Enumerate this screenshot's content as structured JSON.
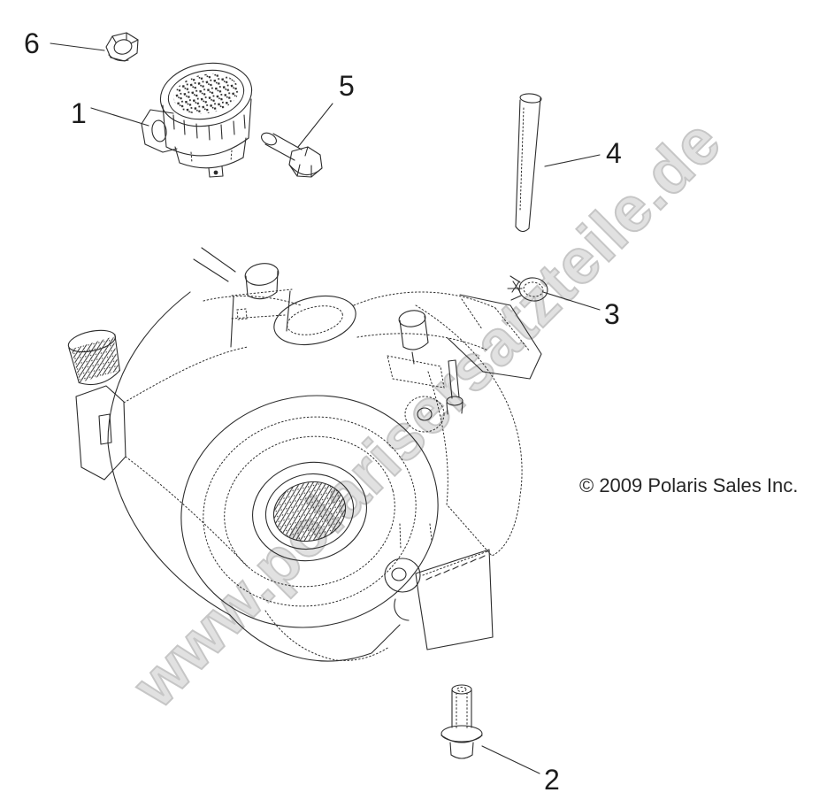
{
  "page": {
    "background": "#ffffff"
  },
  "watermark": {
    "text": "www.polarisersatzteile.de"
  },
  "footer": {
    "copyright": "© 2009 Polaris Sales Inc."
  },
  "diagram": {
    "type": "exploded-parts-line-drawing",
    "callout_labels": [
      "1",
      "2",
      "3",
      "4",
      "5",
      "6"
    ],
    "colors": {
      "line": "#2d2d2d",
      "watermark_fill": "#e1e1e1",
      "watermark_outline": "#c6c6c6",
      "background": "#ffffff"
    }
  }
}
